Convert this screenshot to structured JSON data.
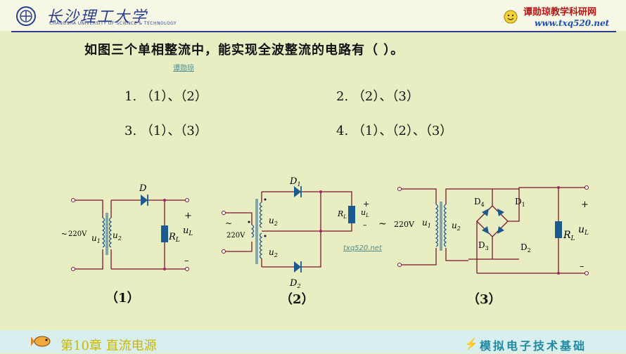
{
  "header": {
    "university_cn": "长沙理工大学",
    "university_en": "CHANGSHA UNIVERSITY OF SCIENCE & TECHNOLOGY",
    "brand": "谭勋琼教学科研网",
    "brand_url": "www.txq520.net"
  },
  "question": "如图三个单相整流中，能实现全波整流的电路有（  ）。",
  "options": [
    {
      "num": "1.",
      "text": "（1）、（2）"
    },
    {
      "num": "2.",
      "text": "（2）、（3）"
    },
    {
      "num": "3.",
      "text": "（1）、（3）"
    },
    {
      "num": "4.",
      "text": "（1）、（2）、（3）"
    }
  ],
  "watermarks": {
    "top_link": "谭勋琼",
    "mid_link": "txq520.net"
  },
  "circuit1": {
    "label": "（1）",
    "source": "220V",
    "u1": "u",
    "u1_sub": "1",
    "u2": "u",
    "u2_sub": "2",
    "diode": "D",
    "rl": "R",
    "rl_sub": "L",
    "ul": "u",
    "ul_sub": "L",
    "plus": "+",
    "minus": "–"
  },
  "circuit2": {
    "label": "（2）",
    "source": "220V",
    "u2": "u",
    "u2_sub": "2",
    "d1": "D",
    "d1_sub": "1",
    "d2": "D",
    "d2_sub": "2",
    "rl": "R",
    "rl_sub": "L",
    "ul": "u",
    "ul_sub": "L",
    "plus": "+",
    "minus": "–"
  },
  "circuit3": {
    "label": "（3）",
    "source": "220V",
    "u1": "u",
    "u1_sub": "1",
    "u2": "u",
    "u2_sub": "2",
    "d1": "D",
    "d1_sub": "1",
    "d2": "D",
    "d2_sub": "2",
    "d3": "D",
    "d3_sub": "3",
    "d4": "D",
    "d4_sub": "4",
    "rl": "R",
    "rl_sub": "L",
    "ul": "u",
    "ul_sub": "L",
    "plus": "+",
    "minus": "–"
  },
  "footer": {
    "chapter": "第10章 直流电源",
    "course": "模拟电子技术基础"
  }
}
